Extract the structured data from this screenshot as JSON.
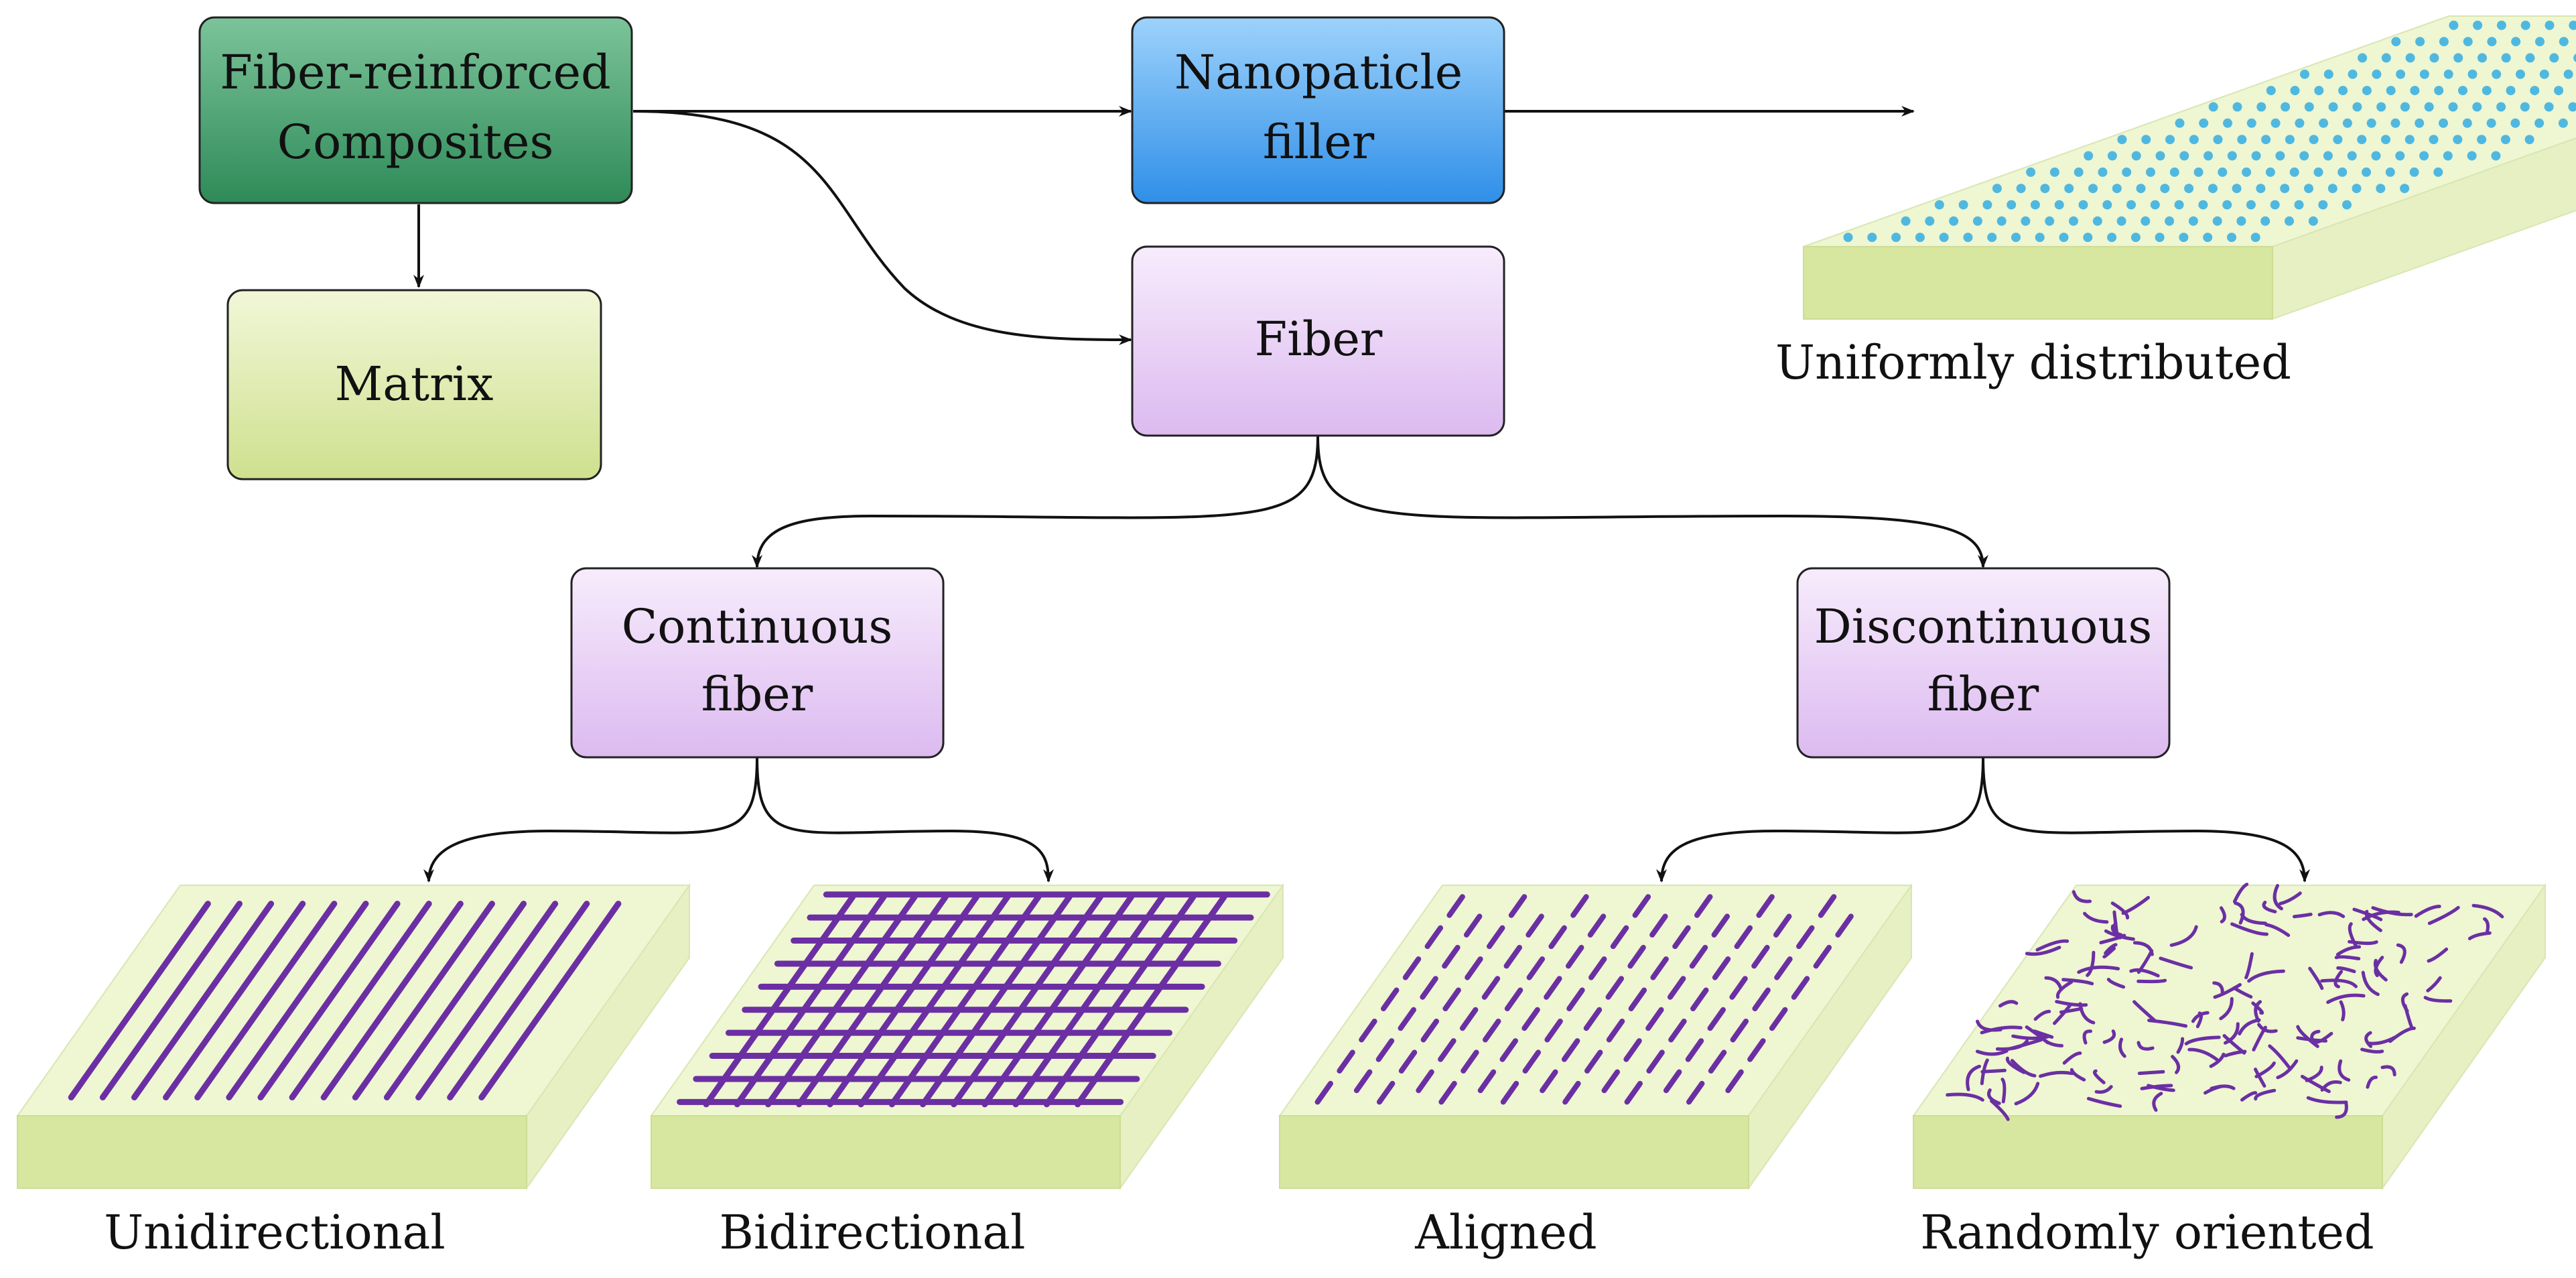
{
  "nodes": {
    "composites": {
      "line1": "Fiber-reinforced",
      "line2": "Composites"
    },
    "matrix": {
      "label": "Matrix"
    },
    "nanoparticle": {
      "line1": "Nanopaticle",
      "line2": "filler"
    },
    "fiber": {
      "label": "Fiber"
    },
    "continuous": {
      "line1": "Continuous",
      "line2": "fiber"
    },
    "discontinuous": {
      "line1": "Discontinuous",
      "line2": "fiber"
    }
  },
  "captions": {
    "uniform": "Uniformly distributed",
    "unidirectional": "Unidirectional",
    "bidirectional": "Bidirectional",
    "aligned": "Aligned",
    "random": "Randomly oriented"
  },
  "colors": {
    "composites_fill": "#3f9b6a",
    "matrix_fill": "#d3e49a",
    "nanoparticle_fill": "#3f9be8",
    "fiber_fill": "#e0c4f2",
    "slab_top": "#eef6d2",
    "slab_side": "#d7e7a0",
    "fiber_stroke": "#6b2fa3",
    "particle": "#4fb8e0"
  },
  "icons": {
    "uniform": "nanoparticle-dots",
    "unidirectional": "parallel-fibers",
    "bidirectional": "woven-grid",
    "aligned": "aligned-short-fibers",
    "random": "random-short-fibers"
  }
}
